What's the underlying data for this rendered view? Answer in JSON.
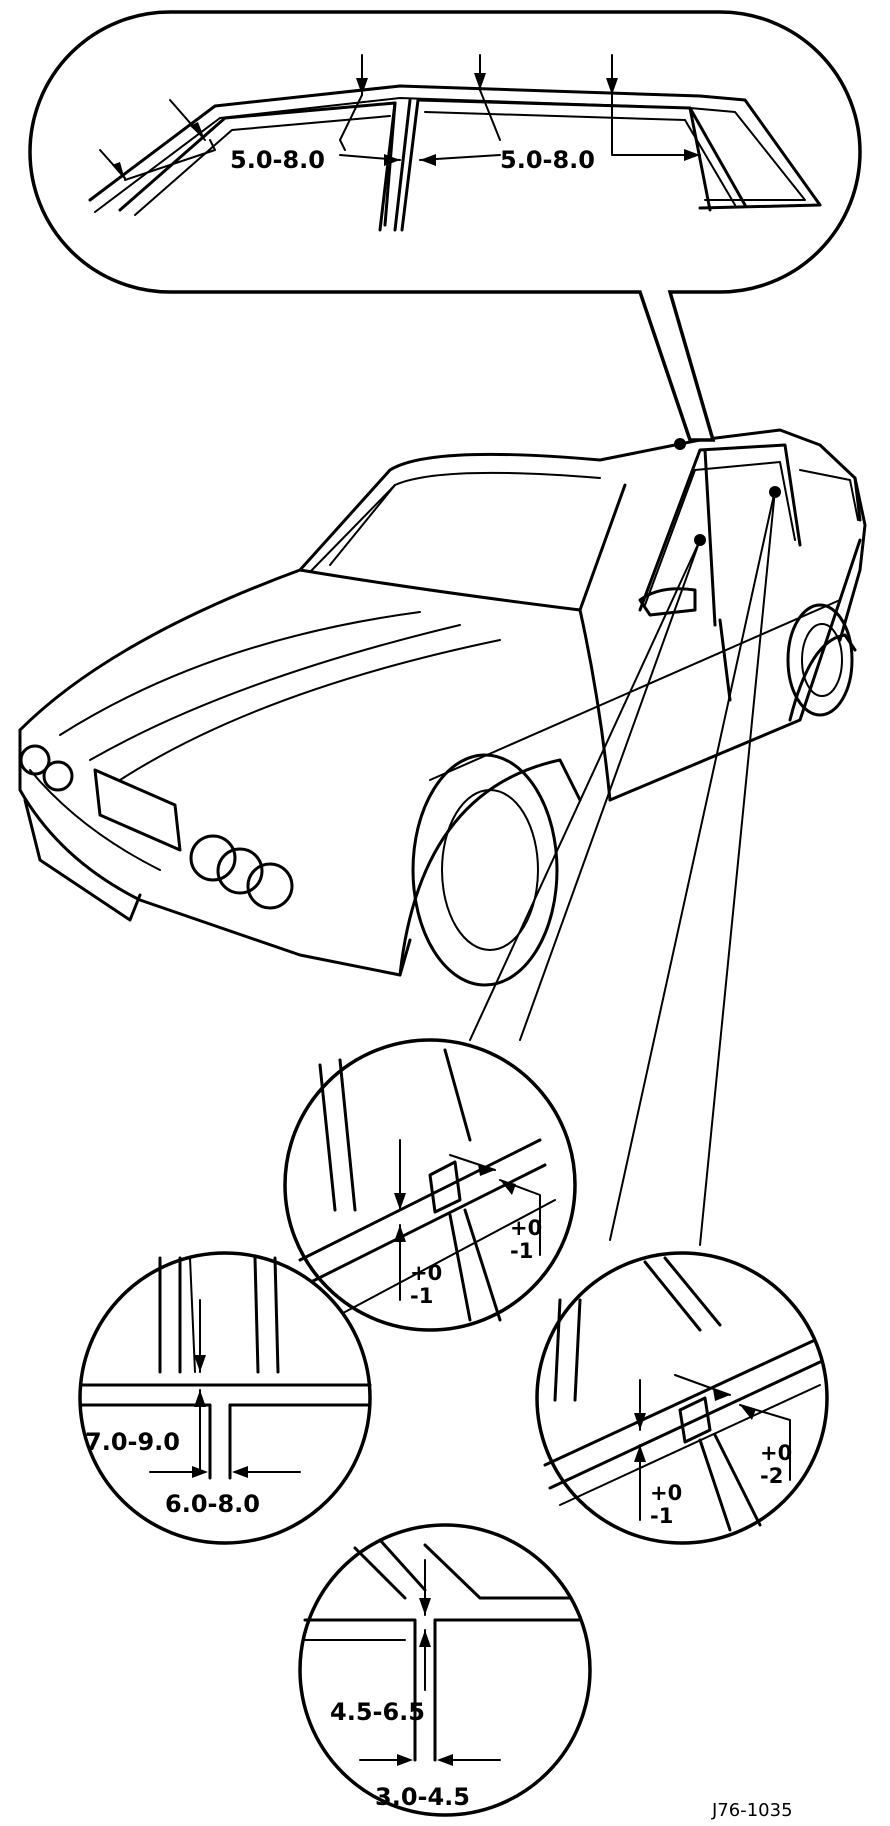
{
  "top_detail": {
    "gap_left": "5.0-8.0",
    "gap_right": "5.0-8.0"
  },
  "detail_b_pillar": {
    "step_plus": "+0",
    "step_minus": "-1",
    "flush_plus": "+0",
    "flush_minus": "-1"
  },
  "detail_c_pillar": {
    "step_plus": "+0",
    "step_minus": "-2",
    "flush_plus": "+0",
    "flush_minus": "-1"
  },
  "detail_front_joint": {
    "height": "7.0-9.0",
    "gap": "6.0-8.0"
  },
  "detail_rear_joint": {
    "height": "4.5-6.5",
    "gap": "3.0-4.5"
  },
  "reference": "J76-1035"
}
